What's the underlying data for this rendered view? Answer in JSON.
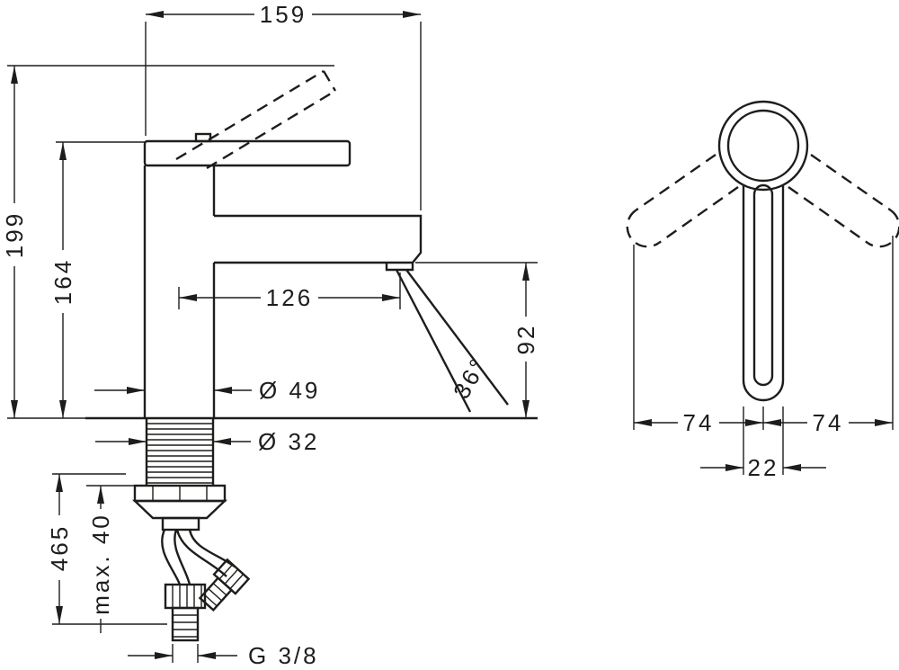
{
  "page": {
    "background": "#ffffff",
    "line_color": "#1d1d1b",
    "description": "Technical dimension drawing of a single-lever basin mixer, side view and top view"
  },
  "side_view": {
    "labels": {
      "width": "159",
      "total_height": "199",
      "body_height": "164",
      "spout_reach": "126",
      "spout_height": "92",
      "body_diameter": "Ø 49",
      "spray_angle": "36°",
      "shank_diameter": "Ø 32",
      "hose_length": "465",
      "max_mounting_thickness": "max. 40",
      "hose_thread": "G 3/8"
    }
  },
  "top_view": {
    "labels": {
      "swing_left": "74",
      "swing_right": "74",
      "handle_width": "22"
    }
  }
}
